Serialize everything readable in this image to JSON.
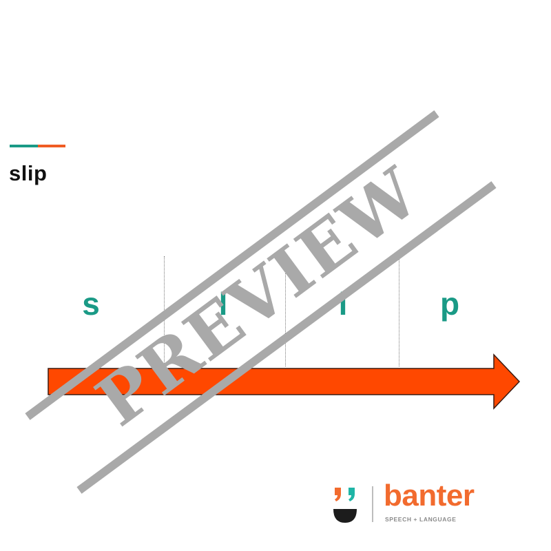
{
  "header": {
    "word": "slip"
  },
  "sounds": [
    "s",
    "l",
    "i",
    "p"
  ],
  "watermark": {
    "text": "PREVIEW"
  },
  "logo": {
    "name": "banter",
    "tagline": "SPEECH + LANGUAGE"
  },
  "colors": {
    "teal": "#1a9a86",
    "orange": "#f05c23",
    "arrow_fill": "#ff4800",
    "watermark": "#a9a9a9",
    "logo_orange": "#f26b2e",
    "logo_dark": "#1c1c1c",
    "logo_teal": "#1fb5a6"
  },
  "icons": {
    "logo_mark": "quote-face-icon",
    "arrow": "right-arrow-icon"
  }
}
